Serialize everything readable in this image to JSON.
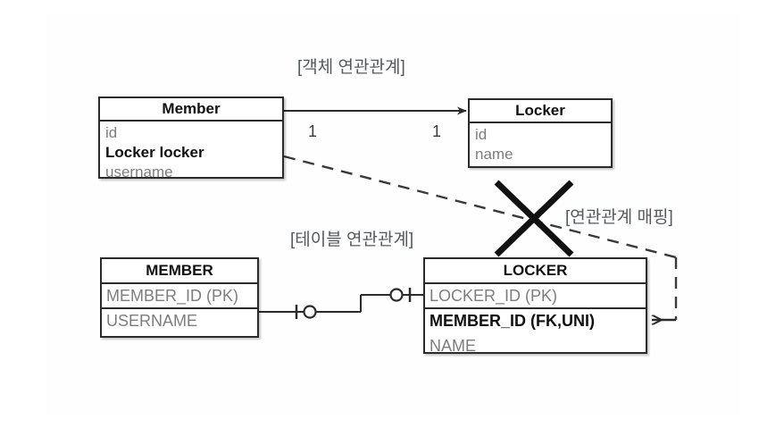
{
  "diagram": {
    "title_object_relation": "[객체 연관관계]",
    "title_table_relation": "[테이블 연관관계]",
    "title_relation_mapping": "[연관관계 매핑]",
    "cardinality_left": "1",
    "cardinality_right": "1",
    "colors": {
      "stroke": "#2b2b2b",
      "attribute_text": "#7d7d7d",
      "emphasis_text": "#101010",
      "label_text": "#55595c",
      "background": "#ffffff"
    },
    "object_model": {
      "member": {
        "name": "Member",
        "fields": [
          {
            "text": "id",
            "emphasis": false
          },
          {
            "text": "Locker locker",
            "emphasis": true
          },
          {
            "text": "username",
            "emphasis": false
          }
        ]
      },
      "locker": {
        "name": "Locker",
        "fields": [
          {
            "text": "id",
            "emphasis": false
          },
          {
            "text": "name",
            "emphasis": false
          }
        ]
      }
    },
    "table_model": {
      "member_table": {
        "name": "MEMBER",
        "columns": [
          {
            "text": "MEMBER_ID (PK)",
            "emphasis": false
          },
          {
            "text": "USERNAME",
            "emphasis": false
          }
        ]
      },
      "locker_table": {
        "name": "LOCKER",
        "columns": [
          {
            "text": "LOCKER_ID (PK)",
            "emphasis": false
          },
          {
            "text": "MEMBER_ID (FK,UNI)",
            "emphasis": true
          },
          {
            "text": "NAME",
            "emphasis": false
          }
        ]
      }
    }
  }
}
